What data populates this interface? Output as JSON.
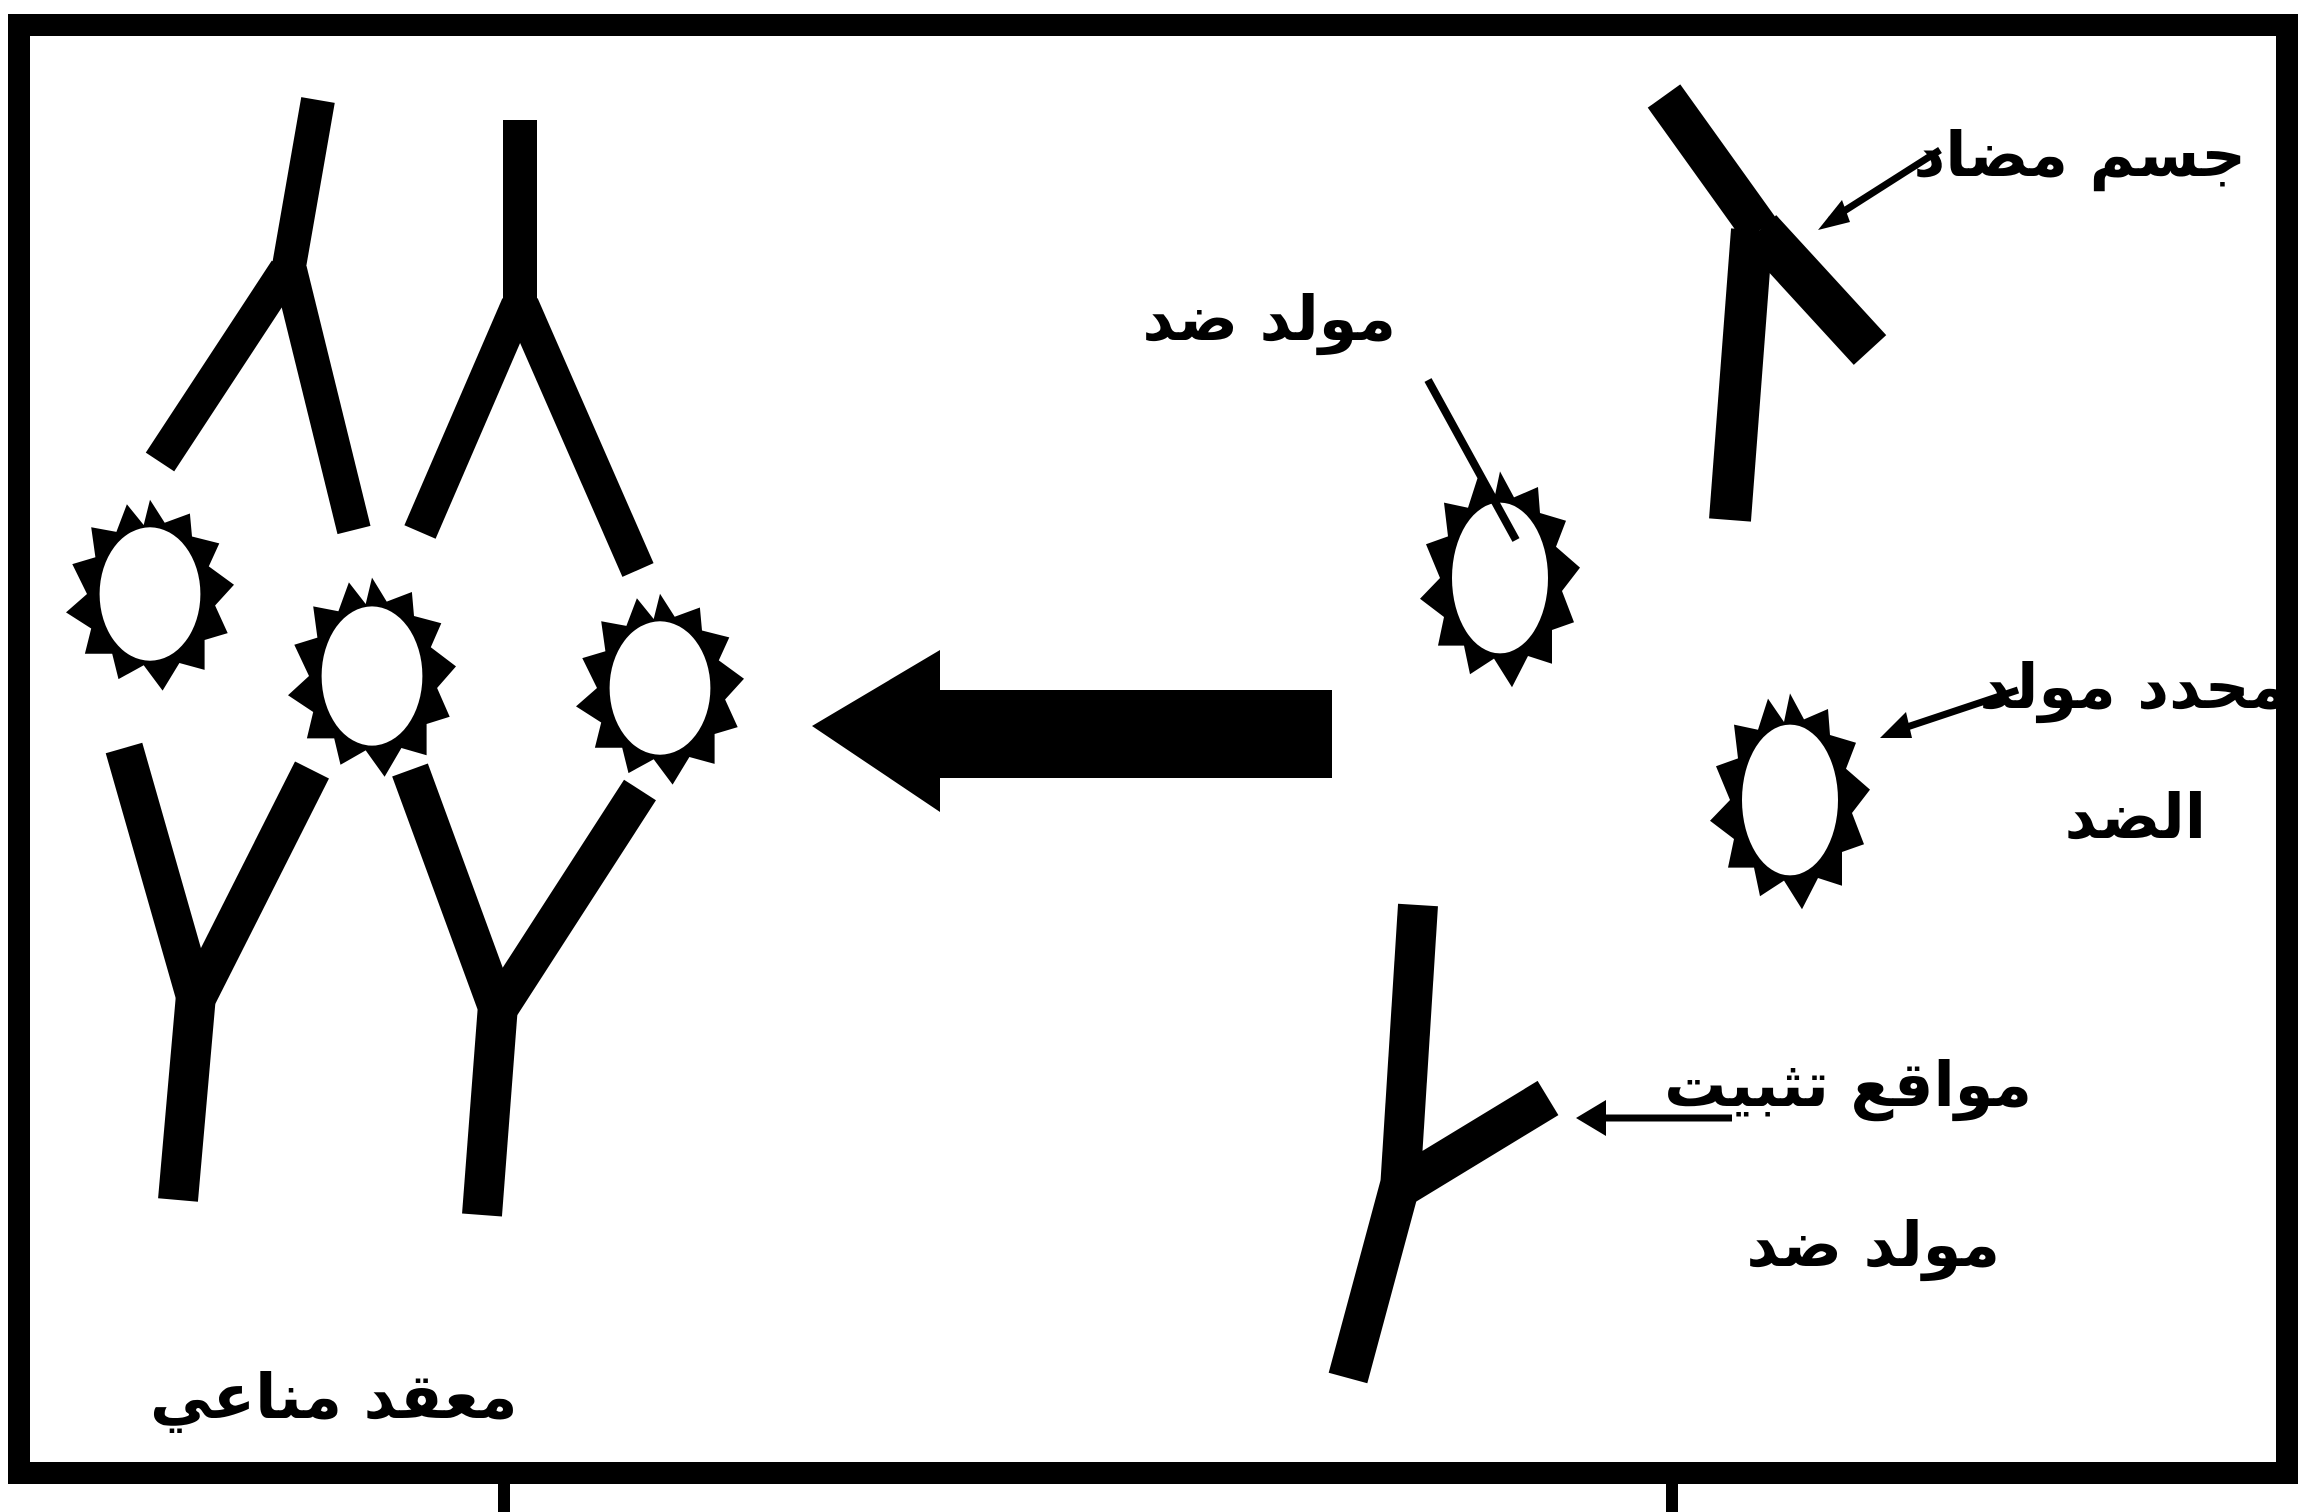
{
  "labels": {
    "antibody": "جسم مضاد",
    "antigen": "مولد ضد",
    "epitope_line1": "محدد مولد",
    "epitope_line2": "الضد",
    "binding_site_line1": "مواقع تثبيت",
    "binding_site_line2": "مولد ضد",
    "immune_complex": "معقد مناعي"
  },
  "icons": [
    "antibody-icon",
    "antigen-icon",
    "epitope-icon",
    "binding-site-antibody-icon",
    "immune-complex-icon",
    "transform-arrow-icon"
  ],
  "colors": {
    "ink": "#000000",
    "paper": "#ffffff"
  }
}
